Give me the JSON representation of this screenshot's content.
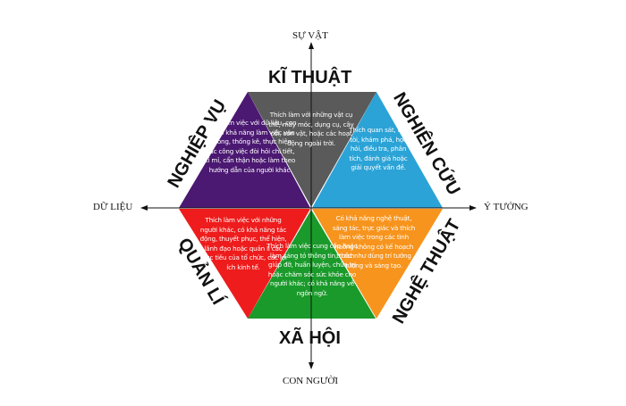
{
  "axes": {
    "top": "SỰ VẬT",
    "bottom": "CON NGƯỜI",
    "left": "DỮ LIỆU",
    "right": "Ý TƯỞNG"
  },
  "segments": [
    {
      "id": "ki-thuat",
      "title": "KĨ THUẬT",
      "color": "#5a5a5a",
      "description": "Thích làm với những vật cụ thể, máy móc, dụng cụ, cây cối, con vật, hoặc các hoạt động ngoài trời."
    },
    {
      "id": "nghien-cuu",
      "title": "NGHIÊN CỨU",
      "color": "#2ba3d6",
      "description": "Thích quan sát, tìm tòi, khám phá, học hỏi, điều tra, phân tích, đánh giá hoặc giải quyết vấn đề."
    },
    {
      "id": "nghe-thuat",
      "title": "NGHỆ THUẬT",
      "color": "#f7941d",
      "description": "Có khả năng nghệ thuật, sáng tác, trực giác và thích làm việc trong các tình huống không có kế hoạch trước như dùng trí tưởng tượng và sáng tạo."
    },
    {
      "id": "xa-hoi",
      "title": "XÃ HỘI",
      "color": "#1a9a2a",
      "description": "Thích làm việc cung cấp hoặc làm sáng tỏ thông tin, thích giúp đỡ, huấn luyện, chữa trị hoặc chăm sóc sức khỏe cho người khác; có khả năng về ngôn ngữ."
    },
    {
      "id": "quan-li",
      "title": "QUẢN LÍ",
      "color": "#ee1c1c",
      "description": "Thích làm việc với những người khác, có khả năng tác động, thuyết phục, thể hiện, lãnh đạo hoặc quản lí các mục tiêu của tổ chức, các lợi ích kinh tế."
    },
    {
      "id": "nghiep-vu",
      "title": "NGHIỆP VỤ",
      "color": "#4b1872",
      "description": "Thích làm việc với dữ liệu, con số, có khả năng làm việc văn phòng, thống kê, thực hiện các công việc đòi hỏi chi tiết, tỉ mỉ, cẩn thận hoặc làm theo hướng dẫn của người khác."
    }
  ]
}
